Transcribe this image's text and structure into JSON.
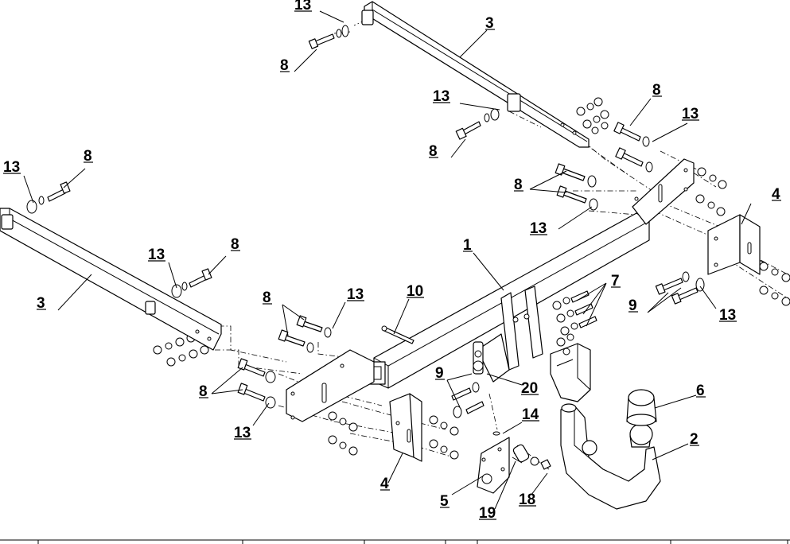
{
  "labels": [
    {
      "key": "l13a",
      "text": "13"
    },
    {
      "key": "l3a",
      "text": "3"
    },
    {
      "key": "l8a",
      "text": "8"
    },
    {
      "key": "l13b",
      "text": "13"
    },
    {
      "key": "l8b",
      "text": "8"
    },
    {
      "key": "l8c",
      "text": "8"
    },
    {
      "key": "l13c",
      "text": "13"
    },
    {
      "key": "l13d",
      "text": "13"
    },
    {
      "key": "l8d",
      "text": "8"
    },
    {
      "key": "l8e",
      "text": "8"
    },
    {
      "key": "l13e",
      "text": "13"
    },
    {
      "key": "l4a",
      "text": "4"
    },
    {
      "key": "l3b",
      "text": "3"
    },
    {
      "key": "l13f",
      "text": "13"
    },
    {
      "key": "l8f",
      "text": "8"
    },
    {
      "key": "l1",
      "text": "1"
    },
    {
      "key": "l8g",
      "text": "8"
    },
    {
      "key": "l13g",
      "text": "13"
    },
    {
      "key": "l10",
      "text": "10"
    },
    {
      "key": "l7",
      "text": "7"
    },
    {
      "key": "l9a",
      "text": "9"
    },
    {
      "key": "l13h",
      "text": "13"
    },
    {
      "key": "l9b",
      "text": "9"
    },
    {
      "key": "l20",
      "text": "20"
    },
    {
      "key": "l8h",
      "text": "8"
    },
    {
      "key": "l6",
      "text": "6"
    },
    {
      "key": "l13i",
      "text": "13"
    },
    {
      "key": "l14",
      "text": "14"
    },
    {
      "key": "l2",
      "text": "2"
    },
    {
      "key": "l4b",
      "text": "4"
    },
    {
      "key": "l5",
      "text": "5"
    },
    {
      "key": "l18",
      "text": "18"
    },
    {
      "key": "l19",
      "text": "19"
    }
  ]
}
